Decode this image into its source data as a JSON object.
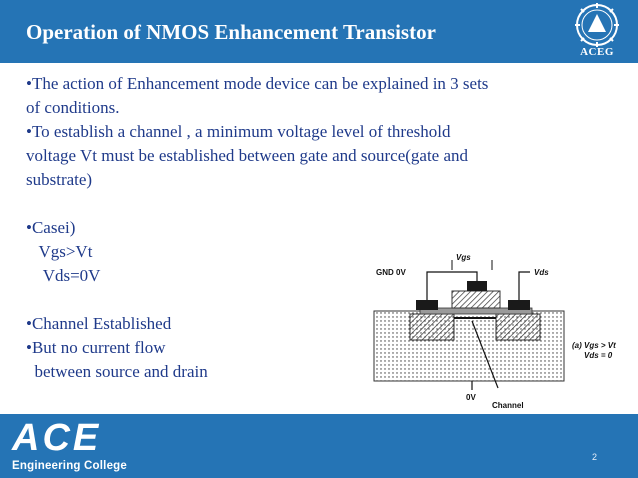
{
  "slide": {
    "title": "Operation of NMOS Enhancement Transistor",
    "logo_text": "ACEG",
    "lines": [
      "•The action of Enhancement mode device can be explained in 3 sets",
      "of conditions.",
      "•To establish a channel , a minimum voltage level of threshold",
      "voltage Vt must be  established between gate and source(gate and",
      "substrate)",
      "",
      "•Casei)",
      "   Vgs>Vt",
      "    Vds=0V",
      "",
      "•Channel Established",
      "•But no current flow",
      "  between source and drain"
    ],
    "page_number": "2"
  },
  "diagram": {
    "gnd_label": "GND 0V",
    "vgs_label": "Vgs",
    "vds_label": "Vds",
    "zero_label": "0V",
    "channel_label": "Channel",
    "cond_a": "(a) Vgs > Vt",
    "cond_b": "Vds = 0"
  },
  "footer": {
    "brand": "ACE",
    "sub": "Engineering College"
  },
  "colors": {
    "header": "#2574b5",
    "text": "#1f3a8a",
    "white": "#ffffff"
  }
}
